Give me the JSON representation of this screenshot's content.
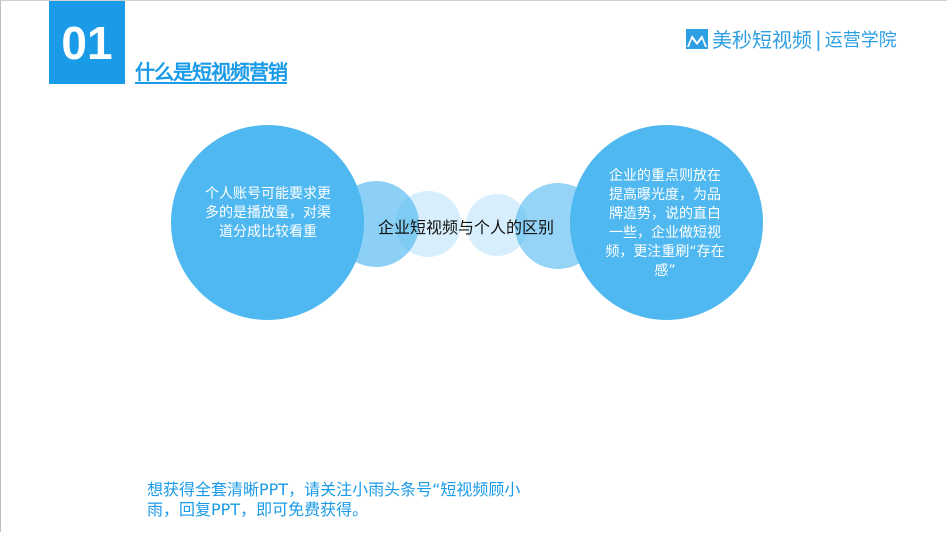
{
  "header": {
    "section_number": "01",
    "title": "什么是短视频营销"
  },
  "logo": {
    "icon": "m-wave-logo-icon",
    "brand": "美秒短视频",
    "separator": "|",
    "subtitle": "运营学院",
    "color": "#2e9fe2"
  },
  "diagram": {
    "center_label": "企业短视频与个人的区别",
    "left_circle_text": "个人账号可能要求更多的是播放量，对渠道分成比较看重",
    "right_circle_text": "企业的重点则放在提高曝光度，为品牌造势，说的直白一些，企业做短视频，更注重刷“存在感”",
    "circle_color": "#4fb8f0"
  },
  "footer": {
    "text": "想获得全套清晰PPT，请关注小雨头条号“短视频顾小雨，回复PPT，即可免费获得。"
  },
  "colors": {
    "accent": "#1a9be8"
  }
}
